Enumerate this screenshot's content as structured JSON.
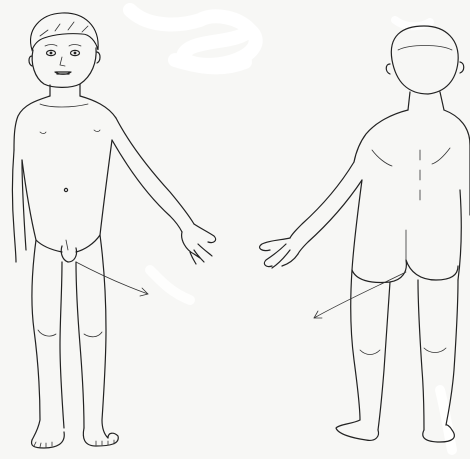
{
  "figure": {
    "views": [
      {
        "name": "front-view",
        "annotation": "arrow"
      },
      {
        "name": "back-view",
        "annotation": "arrow"
      }
    ],
    "colors": {
      "ink": "#222222",
      "paper": "#f7f7f5",
      "erasure": "#ffffff"
    }
  }
}
